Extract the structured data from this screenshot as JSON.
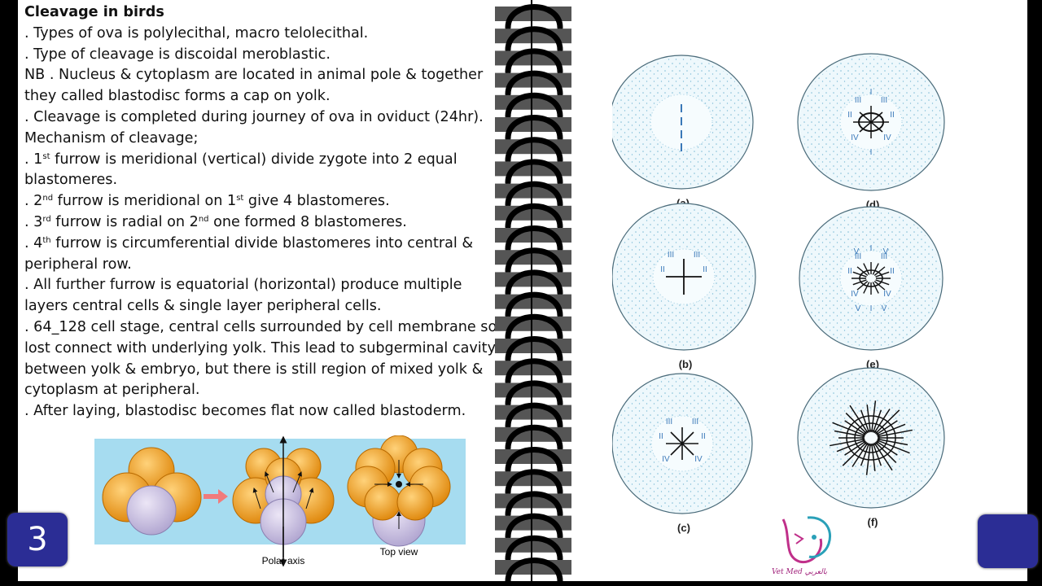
{
  "title": "Cleavage in birds",
  "lines": {
    "l1": ". Types of ova is polylecithal, macro telolecithal.",
    "l2": ". Type of cleavage is discoidal meroblastic.",
    "l3": "NB . Nucleus & cytoplasm are located in animal pole & together",
    "l4": "they called blastodisc forms a cap on yolk.",
    "l5": ". Cleavage is completed during journey of ova in oviduct (24hr).",
    "l6": "Mechanism of cleavage;",
    "l7a": ". 1",
    "l7sup": "st",
    "l7b": " furrow is meridional (vertical) divide zygote into 2 equal",
    "l8": "blastomeres.",
    "l9a": ". 2",
    "l9sup": "nd",
    "l9b": " furrow is meridional on 1",
    "l9sup2": "st",
    "l9c": "  give 4 blastomeres.",
    "l10a": ". 3",
    "l10sup": "rd",
    "l10b": " furrow is radial on 2",
    "l10sup2": "nd",
    "l10c": " one formed 8 blastomeres.",
    "l11a": ". 4",
    "l11sup": "th",
    "l11b": " furrow is circumferential divide blastomeres into central &",
    "l12": "peripheral row.",
    "l13": ". All further furrow is equatorial (horizontal) produce multiple",
    "l14": "layers central cells & single layer peripheral cells.",
    "l15": ". 64_128 cell stage, central cells surrounded by cell membrane so",
    "l16": "lost connect with underlying yolk. This lead to subgerminal cavity",
    "l17": "between yolk & embryo, but there is still region of mixed yolk &",
    "l18": "cytoplasm at peripheral.",
    "l19": ". After laying, blastodisc becomes flat now called blastoderm."
  },
  "figure": {
    "labels": {
      "a": "(a)",
      "b": "(b)",
      "c": "(c)",
      "d": "(d)",
      "e": "(e)",
      "f": "(f)"
    },
    "roman": [
      "I",
      "II",
      "III",
      "IV",
      "V"
    ]
  },
  "bottom_figure": {
    "polar_axis": "Polar axis",
    "top_view": "Top view"
  },
  "slide_number": "3",
  "logo_text": "Vet Med بالعربي",
  "colors": {
    "slide_button": "#2b2d95",
    "blastomere": "#f0a030",
    "polar": "#c8bfe0",
    "panel_bg": "#a6dcf0",
    "disc_fill": "#e8f6fb",
    "stipple": "#7fbcd6"
  }
}
